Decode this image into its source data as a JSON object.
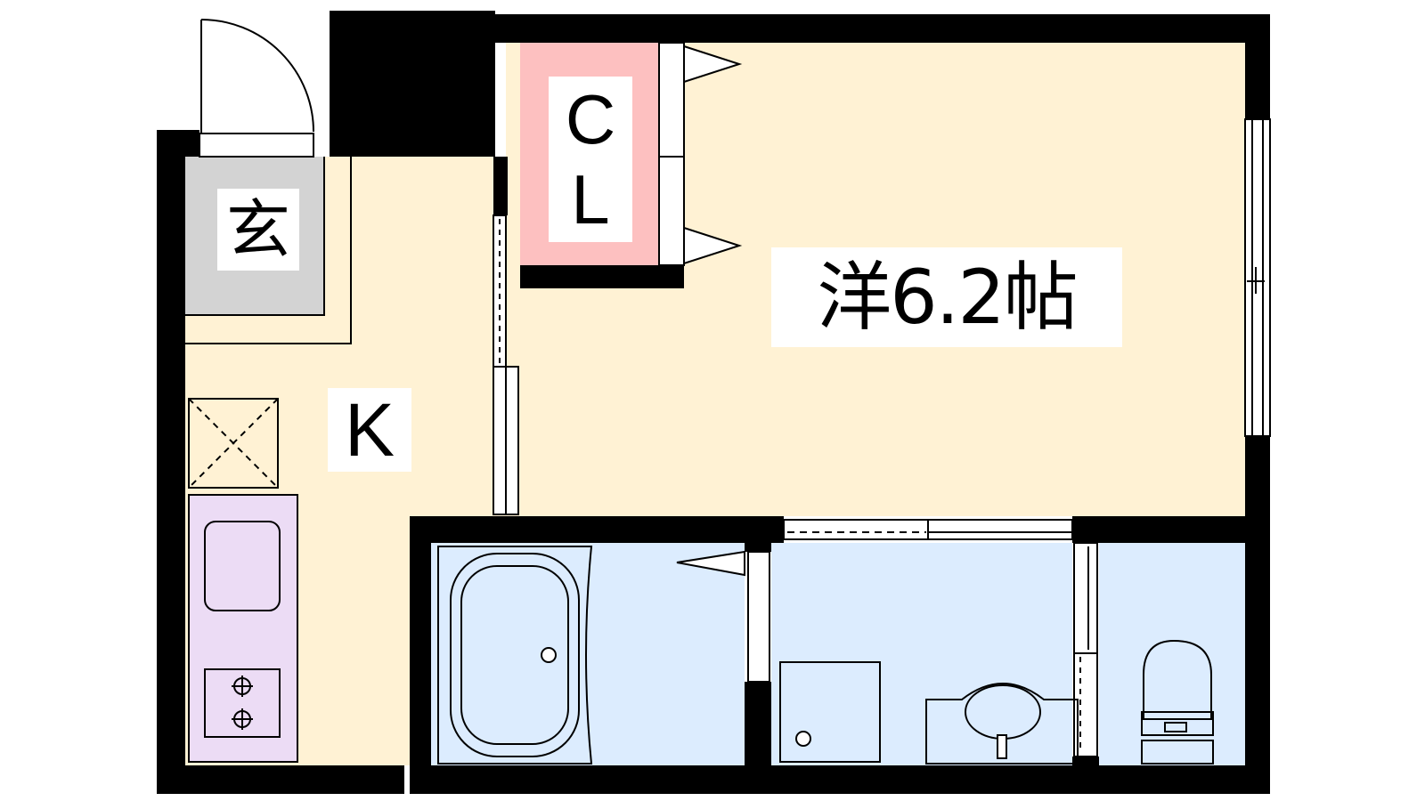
{
  "floor_plan": {
    "rooms": {
      "western": {
        "label": "洋6.2帖",
        "fill": "#fff2d4"
      },
      "kitchen": {
        "label": "K",
        "fill": "#fff2d4"
      },
      "entrance": {
        "label": "玄",
        "fill": "#d3d3d3"
      },
      "closet": {
        "label_line1": "C",
        "label_line2": "L",
        "fill": "#fdc0c0"
      },
      "bath_area": {
        "fill": "#dcecfe"
      }
    },
    "colors": {
      "wall": "#000000",
      "counter": "#ecdcf5",
      "line": "#000000"
    }
  }
}
